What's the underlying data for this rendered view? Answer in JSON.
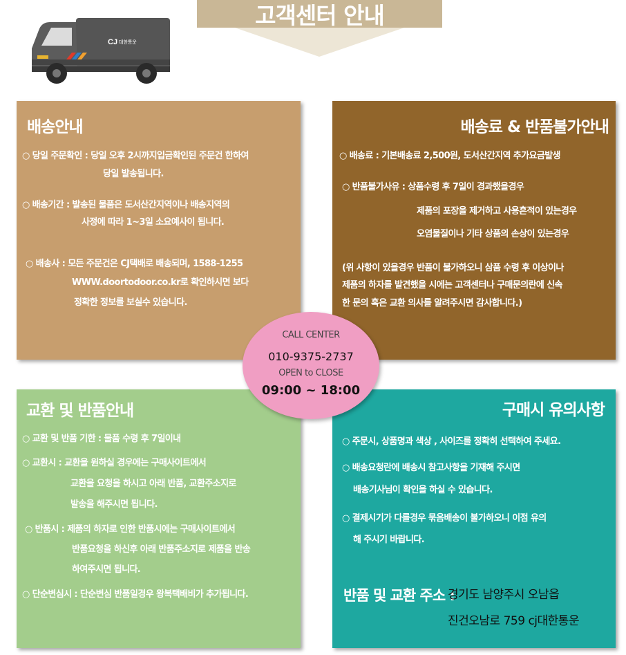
{
  "banner": {
    "title": "고객센터 안내"
  },
  "truck": {
    "logo_text": "CJ",
    "logo_sub": "대한통운"
  },
  "shipping": {
    "title": "배송안내",
    "lines": [
      "○ 당일 주문확인 : 당일 오후 2시까지입금확인된 주문건 한하여",
      "당일 발송됩니다.",
      "○ 배송기간 : 발송된 물품은 도서산간지역이나 배송지역의",
      "사정에 따라 1~3일 소요예사이 됩니다.",
      "○ 배송사 : 모든 주문건은 CJ택배로 배송되며, 1588-1255",
      "WWW.doortodoor.co.kr로 확인하시면 보다",
      "정확한 정보를 보실수 있습니다."
    ]
  },
  "fee": {
    "title": "배송료 & 반품불가안내",
    "lines": [
      "○ 배송료 : 기본배송료 2,500원, 도서산간지역 추가요금발생",
      "○ 반품불가사유 : 상품수령 후 7일이 경과했을경우",
      "제품의 포장을 제거하고 사용흔적이 있는경우",
      "오염물질이나 기타 상품의 손상이 있는경우",
      "(위 사항이 있을경우 반품이 불가하오니 삼품 수령 후 이상이나",
      "제품의 하자를 발견했을 시에는 고객센터나 구매문의란에 신속",
      "한 문의 혹은 교환 의사를 알려주시면 감사합니다.)"
    ]
  },
  "exchange": {
    "title": "교환 및 반품안내",
    "lines": [
      "○ 교환 및 반품 기한 : 물품 수령 후 7일이내",
      "○ 교환시 : 교환을 원하실 경우에는 구매사이트에서",
      "교환을 요청을 하시고 아래 반품, 교환주소지로",
      "발송을 해주시면 됩니다.",
      "○ 반품시 : 제품의 하자로 인한 반품시에는 구매사이트에서",
      "반품요청을 하신후 아래 반품주소지로 제품을 반송",
      "하여주시면 됩니다.",
      "○ 단순변심시 : 단순변심 반품일경우 왕복택배비가 추가됩니다."
    ]
  },
  "notice": {
    "title": "구매시 유의사항",
    "lines": [
      "○ 주문시, 상품명과 색상 , 사이즈를 정확히 선택하여 주세요.",
      "○ 배송요청란에 배송시 참고사항을 기재해 주시면",
      "배송기사님이 확인을 하실 수 있습니다.",
      "○  결제시기가 다를경우 묶음배송이 불가하오니 이점 유의",
      "해 주시기 바랍니다."
    ],
    "address_label": "반품 및 교환 주소 :",
    "address_line1": "경기도 남양주시 오남읍",
    "address_line2": "진건오남로 759 cj대한통운"
  },
  "call_center": {
    "label": "CALL CENTER",
    "phone": "010-9375-2737",
    "hours_label": "OPEN to CLOSE",
    "hours": "09:00 ~ 18:00"
  }
}
